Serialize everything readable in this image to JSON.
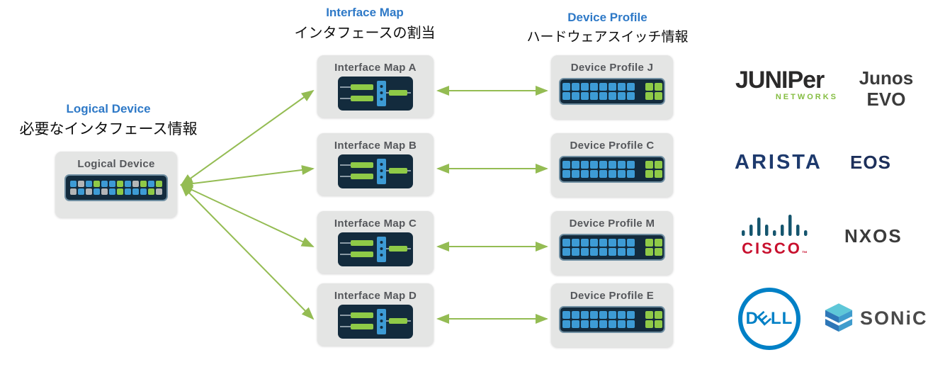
{
  "diagram": {
    "headers": {
      "logical_device": {
        "title": "Logical Device",
        "subtitle": "必要なインタフェース情報"
      },
      "interface_map": {
        "title": "Interface Map",
        "subtitle": "インタフェースの割当"
      },
      "device_profile": {
        "title": "Device Profile",
        "subtitle": "ハードウェアスイッチ情報"
      }
    },
    "logical_device_card": {
      "label": "Logical Device"
    },
    "interface_map_cards": [
      {
        "label": "Interface Map A"
      },
      {
        "label": "Interface Map B"
      },
      {
        "label": "Interface Map C"
      },
      {
        "label": "Interface Map D"
      }
    ],
    "device_profile_cards": [
      {
        "label": "Device Profile J"
      },
      {
        "label": "Device Profile C"
      },
      {
        "label": "Device Profile M"
      },
      {
        "label": "Device Profile E"
      }
    ]
  },
  "port_grids": {
    "logical_device": {
      "rows": [
        [
          "blue",
          "gray",
          "blue",
          "green",
          "blue",
          "blue",
          "green",
          "blue",
          "gray",
          "green",
          "blue",
          "green"
        ],
        [
          "gray",
          "blue",
          "gray",
          "blue",
          "gray",
          "blue",
          "green",
          "blue",
          "blue",
          "blue",
          "green",
          "gray"
        ]
      ]
    },
    "device_profile": {
      "rows": [
        [
          "blue",
          "blue",
          "blue",
          "blue",
          "blue",
          "blue",
          "blue",
          "blue",
          "gap",
          "green",
          "green"
        ],
        [
          "blue",
          "blue",
          "blue",
          "blue",
          "blue",
          "blue",
          "blue",
          "blue",
          "gap",
          "green",
          "green"
        ]
      ]
    }
  },
  "vendors": {
    "juniper": {
      "wordmark": "JUNIPer",
      "sub": "NETWORKS",
      "os_line1": "Junos",
      "os_line2": "EVO"
    },
    "arista": {
      "wordmark": "ARISTA",
      "os": "EOS"
    },
    "cisco": {
      "wordmark": "CISCO",
      "tm": "™",
      "os": "NXOS"
    },
    "dell": {
      "d": "D",
      "e": "E",
      "ll": "LL"
    },
    "sonic": {
      "wordmark": "SONiC"
    }
  },
  "colors": {
    "accent_blue": "#2e79c7",
    "arrow_green": "#94bc53",
    "port_blue": "#3d9bd5",
    "port_green": "#8fca47",
    "port_gray": "#b3b5b7",
    "panel_navy": "#132b3d",
    "card_gray": "#e4e5e4",
    "cisco_red": "#c8102e",
    "dell_blue": "#0080c6",
    "juniper_green": "#84bd41",
    "arista_navy": "#1e3a6d"
  }
}
